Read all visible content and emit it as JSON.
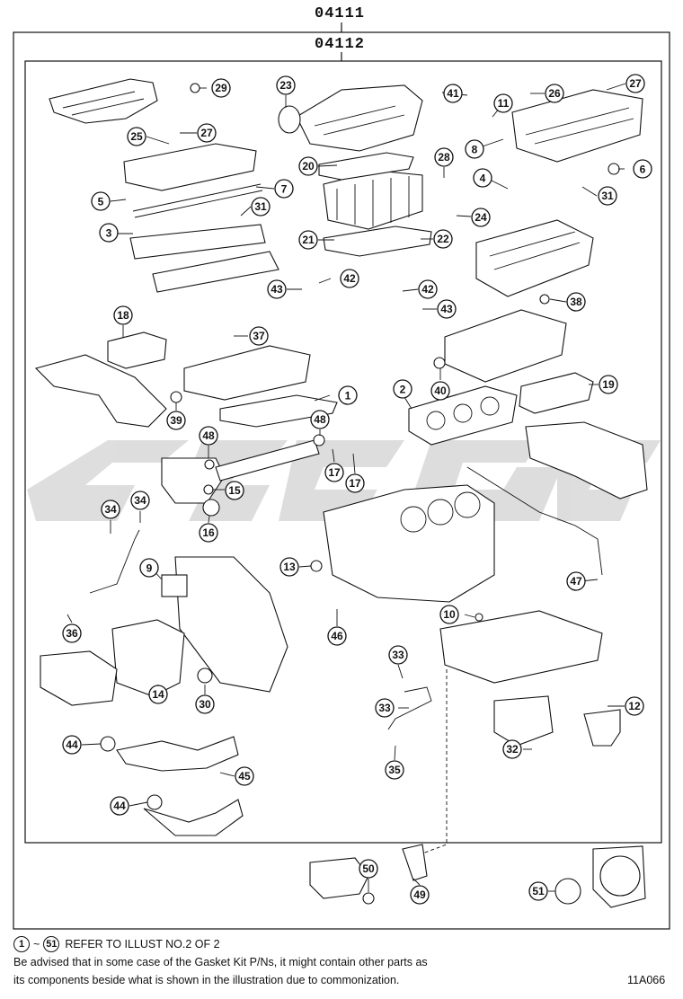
{
  "header": {
    "assembly_code": "04111",
    "subassembly_code": "04112"
  },
  "callouts": [
    {
      "id": "c1",
      "label": "1"
    },
    {
      "id": "c2",
      "label": "2"
    },
    {
      "id": "c3",
      "label": "3"
    },
    {
      "id": "c4",
      "label": "4"
    },
    {
      "id": "c5",
      "label": "5"
    },
    {
      "id": "c6",
      "label": "6"
    },
    {
      "id": "c7",
      "label": "7"
    },
    {
      "id": "c8",
      "label": "8"
    },
    {
      "id": "c9",
      "label": "9"
    },
    {
      "id": "c10",
      "label": "10"
    },
    {
      "id": "c11",
      "label": "11"
    },
    {
      "id": "c12",
      "label": "12"
    },
    {
      "id": "c13",
      "label": "13"
    },
    {
      "id": "c14",
      "label": "14"
    },
    {
      "id": "c15",
      "label": "15"
    },
    {
      "id": "c16",
      "label": "16"
    },
    {
      "id": "c17a",
      "label": "17"
    },
    {
      "id": "c17b",
      "label": "17"
    },
    {
      "id": "c18",
      "label": "18"
    },
    {
      "id": "c19",
      "label": "19"
    },
    {
      "id": "c20",
      "label": "20"
    },
    {
      "id": "c21",
      "label": "21"
    },
    {
      "id": "c22",
      "label": "22"
    },
    {
      "id": "c23",
      "label": "23"
    },
    {
      "id": "c24",
      "label": "24"
    },
    {
      "id": "c25",
      "label": "25"
    },
    {
      "id": "c26",
      "label": "26"
    },
    {
      "id": "c27a",
      "label": "27"
    },
    {
      "id": "c27b",
      "label": "27"
    },
    {
      "id": "c28",
      "label": "28"
    },
    {
      "id": "c29",
      "label": "29"
    },
    {
      "id": "c30",
      "label": "30"
    },
    {
      "id": "c31a",
      "label": "31"
    },
    {
      "id": "c31b",
      "label": "31"
    },
    {
      "id": "c32",
      "label": "32"
    },
    {
      "id": "c33a",
      "label": "33"
    },
    {
      "id": "c33b",
      "label": "33"
    },
    {
      "id": "c34a",
      "label": "34"
    },
    {
      "id": "c34b",
      "label": "34"
    },
    {
      "id": "c35",
      "label": "35"
    },
    {
      "id": "c36",
      "label": "36"
    },
    {
      "id": "c37",
      "label": "37"
    },
    {
      "id": "c38",
      "label": "38"
    },
    {
      "id": "c39",
      "label": "39"
    },
    {
      "id": "c40",
      "label": "40"
    },
    {
      "id": "c41",
      "label": "41"
    },
    {
      "id": "c42a",
      "label": "42"
    },
    {
      "id": "c42b",
      "label": "42"
    },
    {
      "id": "c43a",
      "label": "43"
    },
    {
      "id": "c43b",
      "label": "43"
    },
    {
      "id": "c44a",
      "label": "44"
    },
    {
      "id": "c44b",
      "label": "44"
    },
    {
      "id": "c45",
      "label": "45"
    },
    {
      "id": "c46",
      "label": "46"
    },
    {
      "id": "c47",
      "label": "47"
    },
    {
      "id": "c48a",
      "label": "48"
    },
    {
      "id": "c48b",
      "label": "48"
    },
    {
      "id": "c49",
      "label": "49"
    },
    {
      "id": "c50",
      "label": "50"
    },
    {
      "id": "c51",
      "label": "51"
    }
  ],
  "footer": {
    "range_start": "1",
    "range_sep": "~",
    "range_end": "51",
    "refer_text": "REFER TO ILLUST NO.2 OF 2",
    "note_line1": "Be advised that in some case of the Gasket Kit P/Ns,  it might contain other parts as",
    "note_line2": "its components beside what is shown in the illustration due to commonization.",
    "illustration_code": "11A066"
  }
}
